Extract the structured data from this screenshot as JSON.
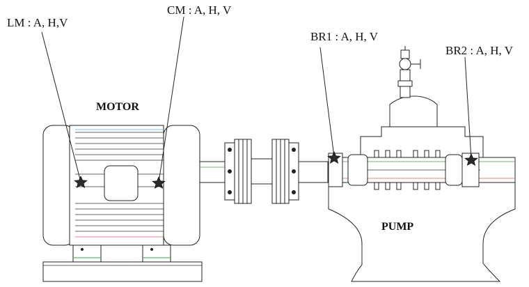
{
  "callouts": {
    "lm": "LM : A, H,V",
    "cm": "CM : A, H, V",
    "br1": "BR1 : A, H, V",
    "br2": "BR2 : A, H, V"
  },
  "components": {
    "motor": "MOTOR",
    "pump": "PUMP"
  },
  "colors": {
    "line": "#222222",
    "marker": "#2a2a2a",
    "tint_green": "#4caf50",
    "tint_pink": "#e57373",
    "tint_blue": "#64b5f6"
  }
}
